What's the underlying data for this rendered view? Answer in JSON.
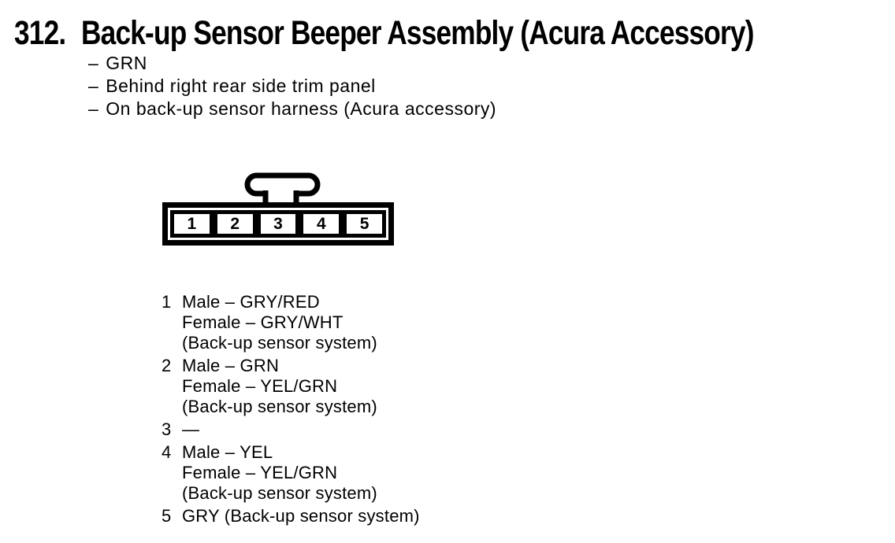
{
  "header": {
    "number": "312.",
    "title": "Back-up Sensor Beeper Assembly (Acura Accessory)"
  },
  "bullet_char": "–",
  "notes": [
    "GRN",
    "Behind right rear side trim panel",
    "On back-up sensor harness (Acura accessory)"
  ],
  "connector": {
    "pins": [
      "1",
      "2",
      "3",
      "4",
      "5"
    ]
  },
  "pinout": [
    {
      "pin": "1",
      "lines": [
        "Male – GRY/RED",
        "Female – GRY/WHT",
        "(Back-up sensor system)"
      ]
    },
    {
      "pin": "2",
      "lines": [
        "Male – GRN",
        "Female – YEL/GRN",
        "(Back-up sensor system)"
      ]
    },
    {
      "pin": "3",
      "lines": [
        "—"
      ]
    },
    {
      "pin": "4",
      "lines": [
        "Male – YEL",
        "Female – YEL/GRN",
        "(Back-up sensor system)"
      ]
    },
    {
      "pin": "5",
      "lines": [
        "GRY (Back-up sensor system)"
      ]
    }
  ],
  "colors": {
    "ink": "#000000",
    "paper": "#ffffff"
  }
}
